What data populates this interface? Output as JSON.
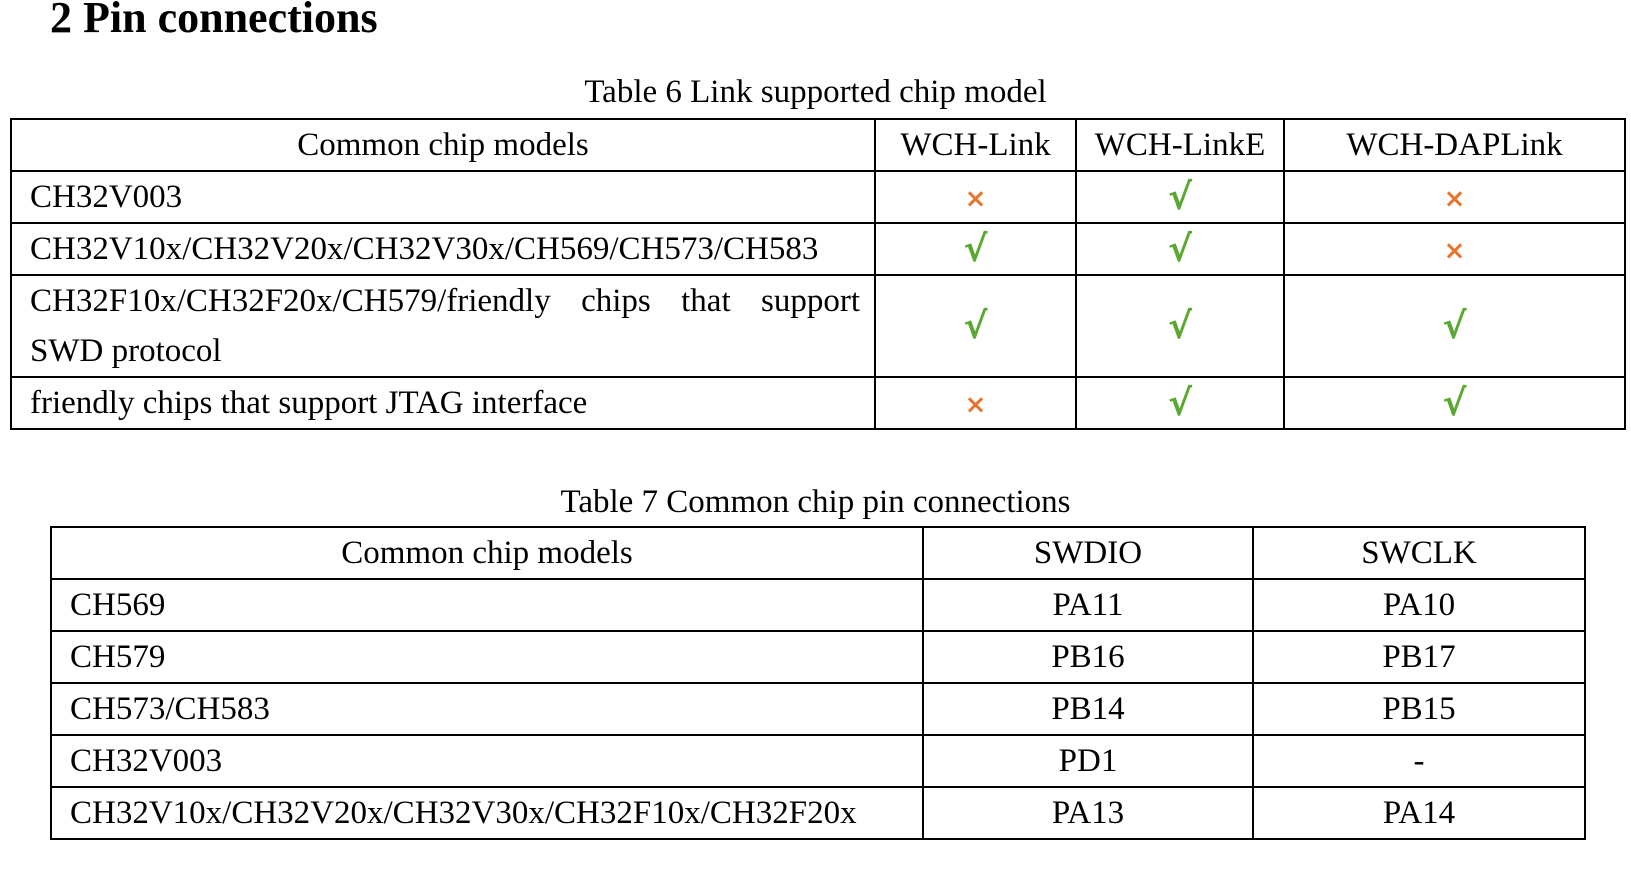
{
  "heading": "2 Pin connections",
  "table6": {
    "caption": "Table 6 Link supported chip model",
    "headers": [
      "Common chip models",
      "WCH-Link",
      "WCH-LinkE",
      "WCH-DAPLink"
    ],
    "rows": [
      {
        "model": "CH32V003",
        "link": "×",
        "linke": "√",
        "daplink": "×"
      },
      {
        "model": "CH32V10x/CH32V20x/CH32V30x/CH569/CH573/CH583",
        "link": "√",
        "linke": "√",
        "daplink": "×"
      },
      {
        "model": "CH32F10x/CH32F20x/CH579/friendly chips that support SWD protocol",
        "link": "√",
        "linke": "√",
        "daplink": "√"
      },
      {
        "model": "friendly chips that support JTAG interface",
        "link": "×",
        "linke": "√",
        "daplink": "√"
      }
    ],
    "colors": {
      "supported": "#5aa832",
      "unsupported": "#e8742c"
    }
  },
  "table7": {
    "caption": "Table 7 Common chip pin connections",
    "headers": [
      "Common chip models",
      "SWDIO",
      "SWCLK"
    ],
    "rows": [
      {
        "model": "CH569",
        "swdio": "PA11",
        "swclk": "PA10"
      },
      {
        "model": "CH579",
        "swdio": "PB16",
        "swclk": "PB17"
      },
      {
        "model": "CH573/CH583",
        "swdio": "PB14",
        "swclk": "PB15"
      },
      {
        "model": "CH32V003",
        "swdio": "PD1",
        "swclk": "-"
      },
      {
        "model": "CH32V10x/CH32V20x/CH32V30x/CH32F10x/CH32F20x",
        "swdio": "PA13",
        "swclk": "PA14"
      }
    ]
  }
}
